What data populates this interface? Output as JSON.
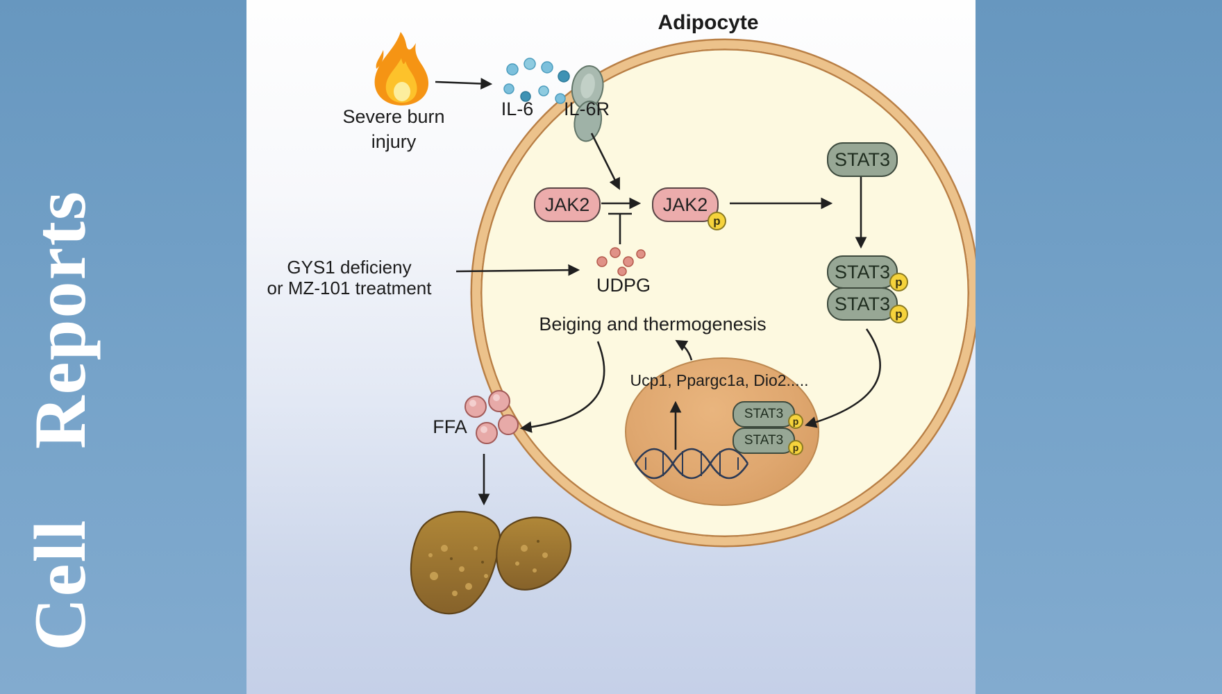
{
  "journal": {
    "name": "Cell Reports"
  },
  "figure": {
    "cell_label": "Adipocyte",
    "trigger": {
      "line1": "Severe burn",
      "line2": "injury"
    },
    "ligand": "IL-6",
    "receptor": "IL-6R",
    "kinase": "JAK2",
    "phospho": "p",
    "tf": "STAT3",
    "intervention": {
      "line1": "GYS1 deficieny",
      "line2": "or MZ-101 treatment"
    },
    "metabolite": "UDPG",
    "outcome": "Beiging and thermogenesis",
    "genes": "Ucp1, Ppargc1a, Dio2.....",
    "lipid": "FFA"
  },
  "colors": {
    "brand_blue": "#6f9ec6",
    "cell_fill": "#fdf9e0",
    "membrane_tan": "#ecc28b",
    "kinase_pink": "#ecacac",
    "tf_green": "#97a795",
    "phospho_yellow": "#f6d33c",
    "nucleus_tan": "#dfa76f"
  },
  "icons": {
    "fire": "fire-icon",
    "receptor": "il6r-receptor-icon",
    "dna": "dna-helix-icon",
    "liver": "liver-icon"
  }
}
